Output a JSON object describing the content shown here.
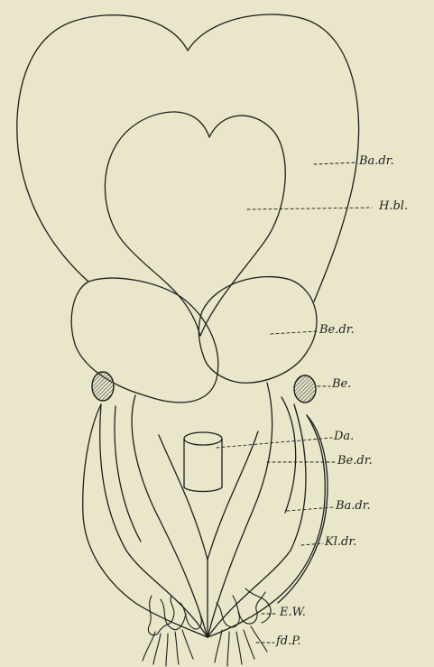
{
  "figure": {
    "labels": {
      "ba_dr_upper": "Ba.dr.",
      "h_bl": "H.bl.",
      "be_dr_upper": "Be.dr.",
      "be": "Be.",
      "da": "Da.",
      "be_dr_lower": "Be.dr.",
      "ba_dr_lower": "Ba.dr.",
      "kl_dr": "Kl.dr.",
      "e_w": "E.W.",
      "fd_p": "fd.P."
    },
    "colors": {
      "paper": "#e9e6c9",
      "ink": "#1e1e1e",
      "hatch": "#555555"
    }
  }
}
